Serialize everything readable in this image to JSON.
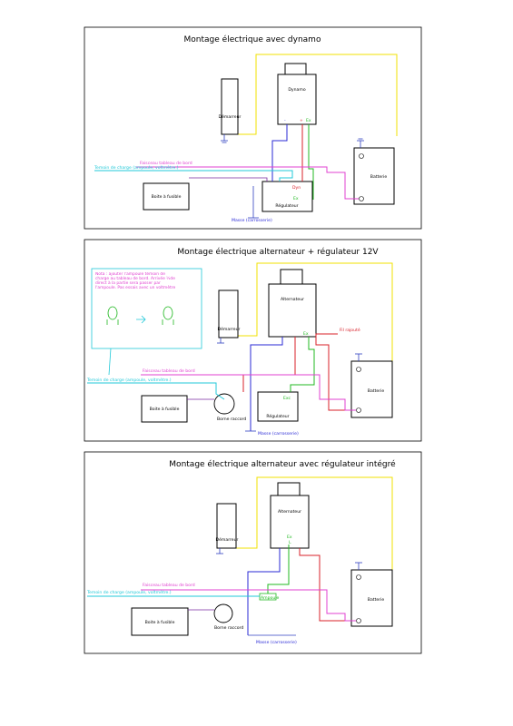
{
  "colors": {
    "yellow": "#f2e200",
    "blue": "#2a2ad6",
    "red": "#d8202a",
    "green": "#20b820",
    "magenta": "#e040d0",
    "cyan": "#20c8d8",
    "purple": "#7a2aa0",
    "ground": "#3040c0"
  },
  "panel1": {
    "title": "Montage électrique avec dynamo",
    "dynamo": "Dynamo",
    "demarreur": "Démarreur",
    "batterie": "Batterie",
    "boite_fusible": "Boite à fusible",
    "regulateur": "Régulateur",
    "faisceau": "Faisceau tableau de bord",
    "temoin": "Temoin de charge (ampoule, voltmètre.)",
    "masse": "Masse (carrosserie)",
    "term_ex": "Ex",
    "term_dyn": "Dyn",
    "term_minus": "-",
    "term_plus": "+"
  },
  "panel2": {
    "title": "Montage électrique alternateur + régulateur 12V",
    "note": "Nota : ajouter l'ampoule témoin de charge au tableau de bord. Arrivée ½de direct à la partie sera passer par l'ampoule. Pas essais avec un voltmètre",
    "alternateur": "Alternateur",
    "demarreur": "Démarreur",
    "batterie": "Batterie",
    "boite_fusible": "Boite à fusible",
    "borne": "Borne raccord",
    "regulateur": "Régulateur",
    "fil_rajoute": "Fil rajouté",
    "faisceau": "Faisceau tableau de bord",
    "temoin": "Temoin de charge (ampoule, voltmètre.)",
    "masse": "Masse (carrosserie)",
    "term_ex": "Ex",
    "term_exc": "Exc"
  },
  "panel3": {
    "title": "Montage électrique alternateur avec régulateur intégré",
    "alternateur": "Alternateur",
    "demarreur": "Démarreur",
    "batterie": "Batterie",
    "boite_fusible": "Boite à fusible",
    "borne": "Borne raccord",
    "faisceau": "Faisceau tableau de bord",
    "temoin": "Temoin de charge (ampoule, voltmètre.)",
    "masse": "Masse (carrosserie)",
    "term_ex": "Ex",
    "term_l": "L",
    "diode": "Ampoule"
  }
}
